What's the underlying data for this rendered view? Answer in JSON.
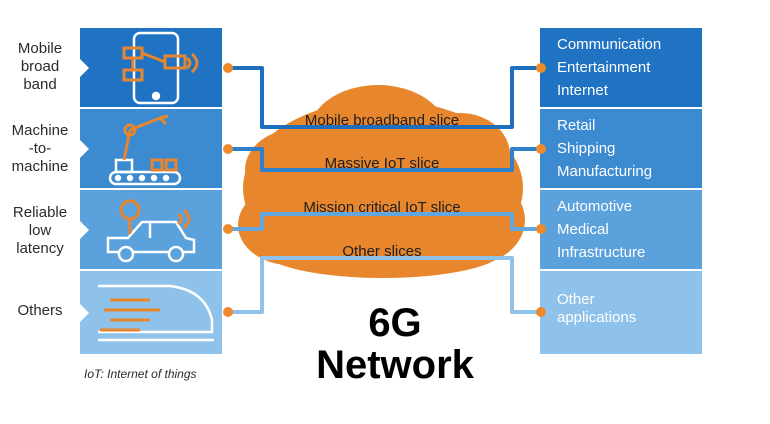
{
  "left_categories": [
    {
      "label_lines": [
        "Mobile",
        "broad",
        "band"
      ],
      "icon": "smartphone-icon"
    },
    {
      "label_lines": [
        "Machine",
        "-to-",
        "machine"
      ],
      "icon": "robot-arm-icon"
    },
    {
      "label_lines": [
        "Reliable",
        "low",
        "latency"
      ],
      "icon": "car-icon"
    },
    {
      "label_lines": [
        "Others"
      ],
      "icon": "train-icon"
    }
  ],
  "slices": [
    "Mobile broadband slice",
    "Massive IoT slice",
    "Mission critical IoT slice",
    "Other slices"
  ],
  "right_groups": [
    [
      "Communication",
      "Entertainment",
      "Internet"
    ],
    [
      "Retail",
      "Shipping",
      "Manufacturing"
    ],
    [
      "Automotive",
      "Medical",
      "Infrastructure"
    ],
    [
      "Other",
      "applications"
    ]
  ],
  "title_lines": [
    "6G",
    "Network"
  ],
  "footnote": "IoT: Internet of things",
  "colors": {
    "tile_1": "#1f73c2",
    "tile_2": "#3c8ad0",
    "tile_3": "#5ba1dc",
    "tile_4": "#8ec2ea",
    "cloud": "#e8862e",
    "dot": "#ee8a2c",
    "line_1": "#1f6fbf",
    "line_2": "#2f7fc9",
    "line_3": "#62a6de",
    "line_4": "#8fc1e9"
  }
}
